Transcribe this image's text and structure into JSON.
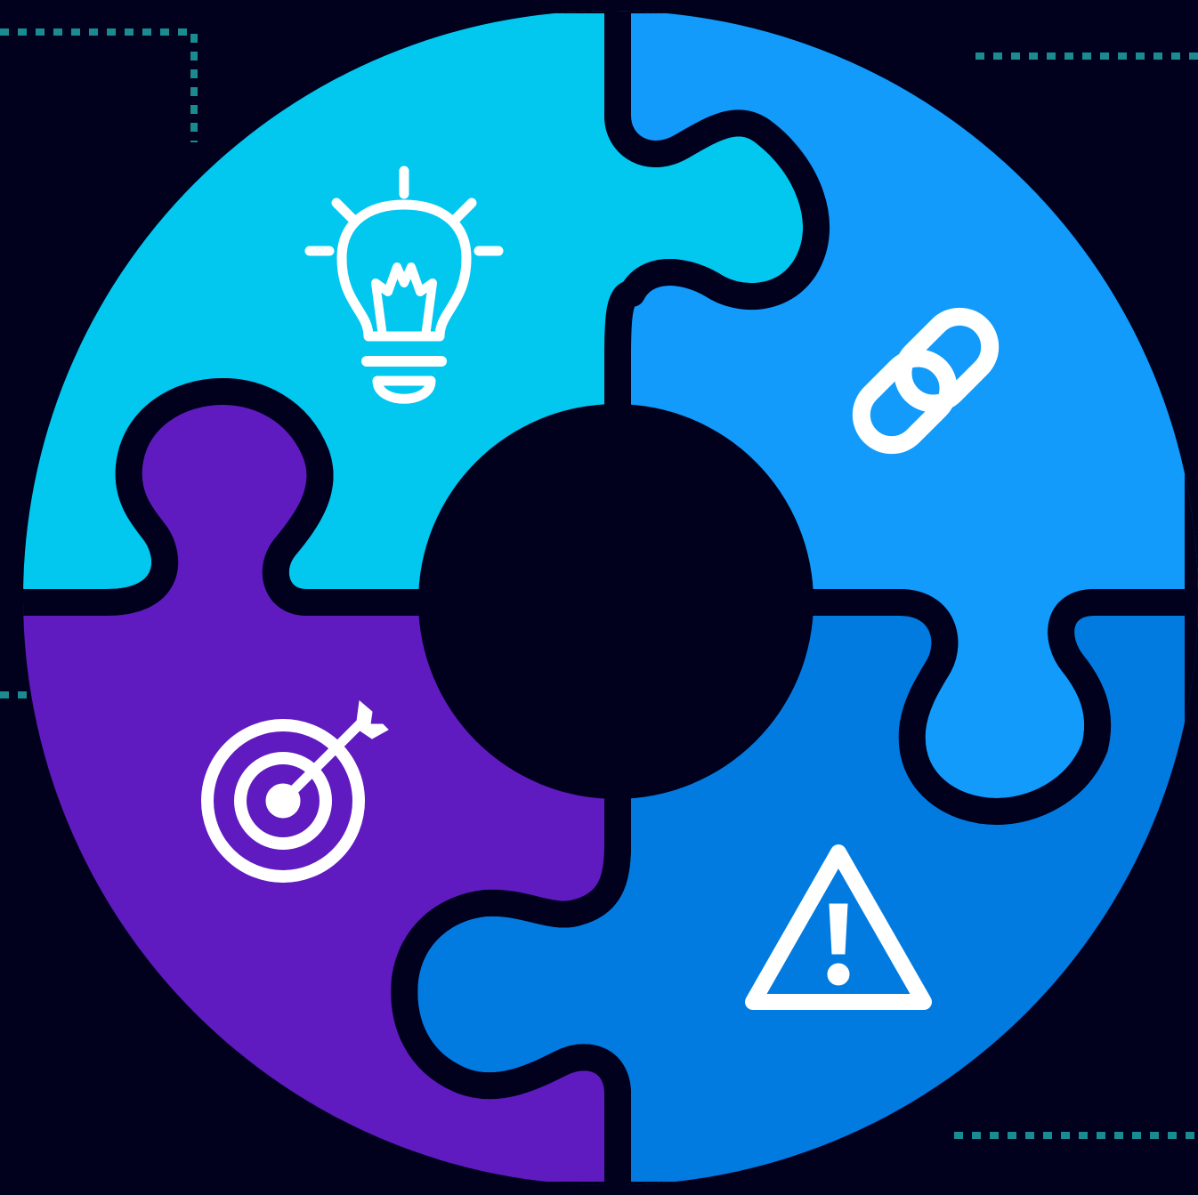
{
  "colors": {
    "background": "#01011d",
    "piece_top_left": "#02c7ef",
    "piece_top_right": "#129bfa",
    "piece_bottom_right": "#027be1",
    "piece_bottom_left": "#601bc0",
    "center_hole": "#01011d",
    "seam": "#01011d",
    "icon": "#ffffff",
    "dotted_accent": "#1a8c8f"
  },
  "pieces": [
    {
      "id": "top-left",
      "icon": "lightbulb-icon"
    },
    {
      "id": "top-right",
      "icon": "chain-link-icon"
    },
    {
      "id": "bottom-right",
      "icon": "warning-triangle-icon"
    },
    {
      "id": "bottom-left",
      "icon": "target-arrow-icon"
    }
  ],
  "decorations": [
    "dotted-line-top-left",
    "dotted-line-top-right",
    "dotted-line-left",
    "dotted-line-bottom-right"
  ]
}
